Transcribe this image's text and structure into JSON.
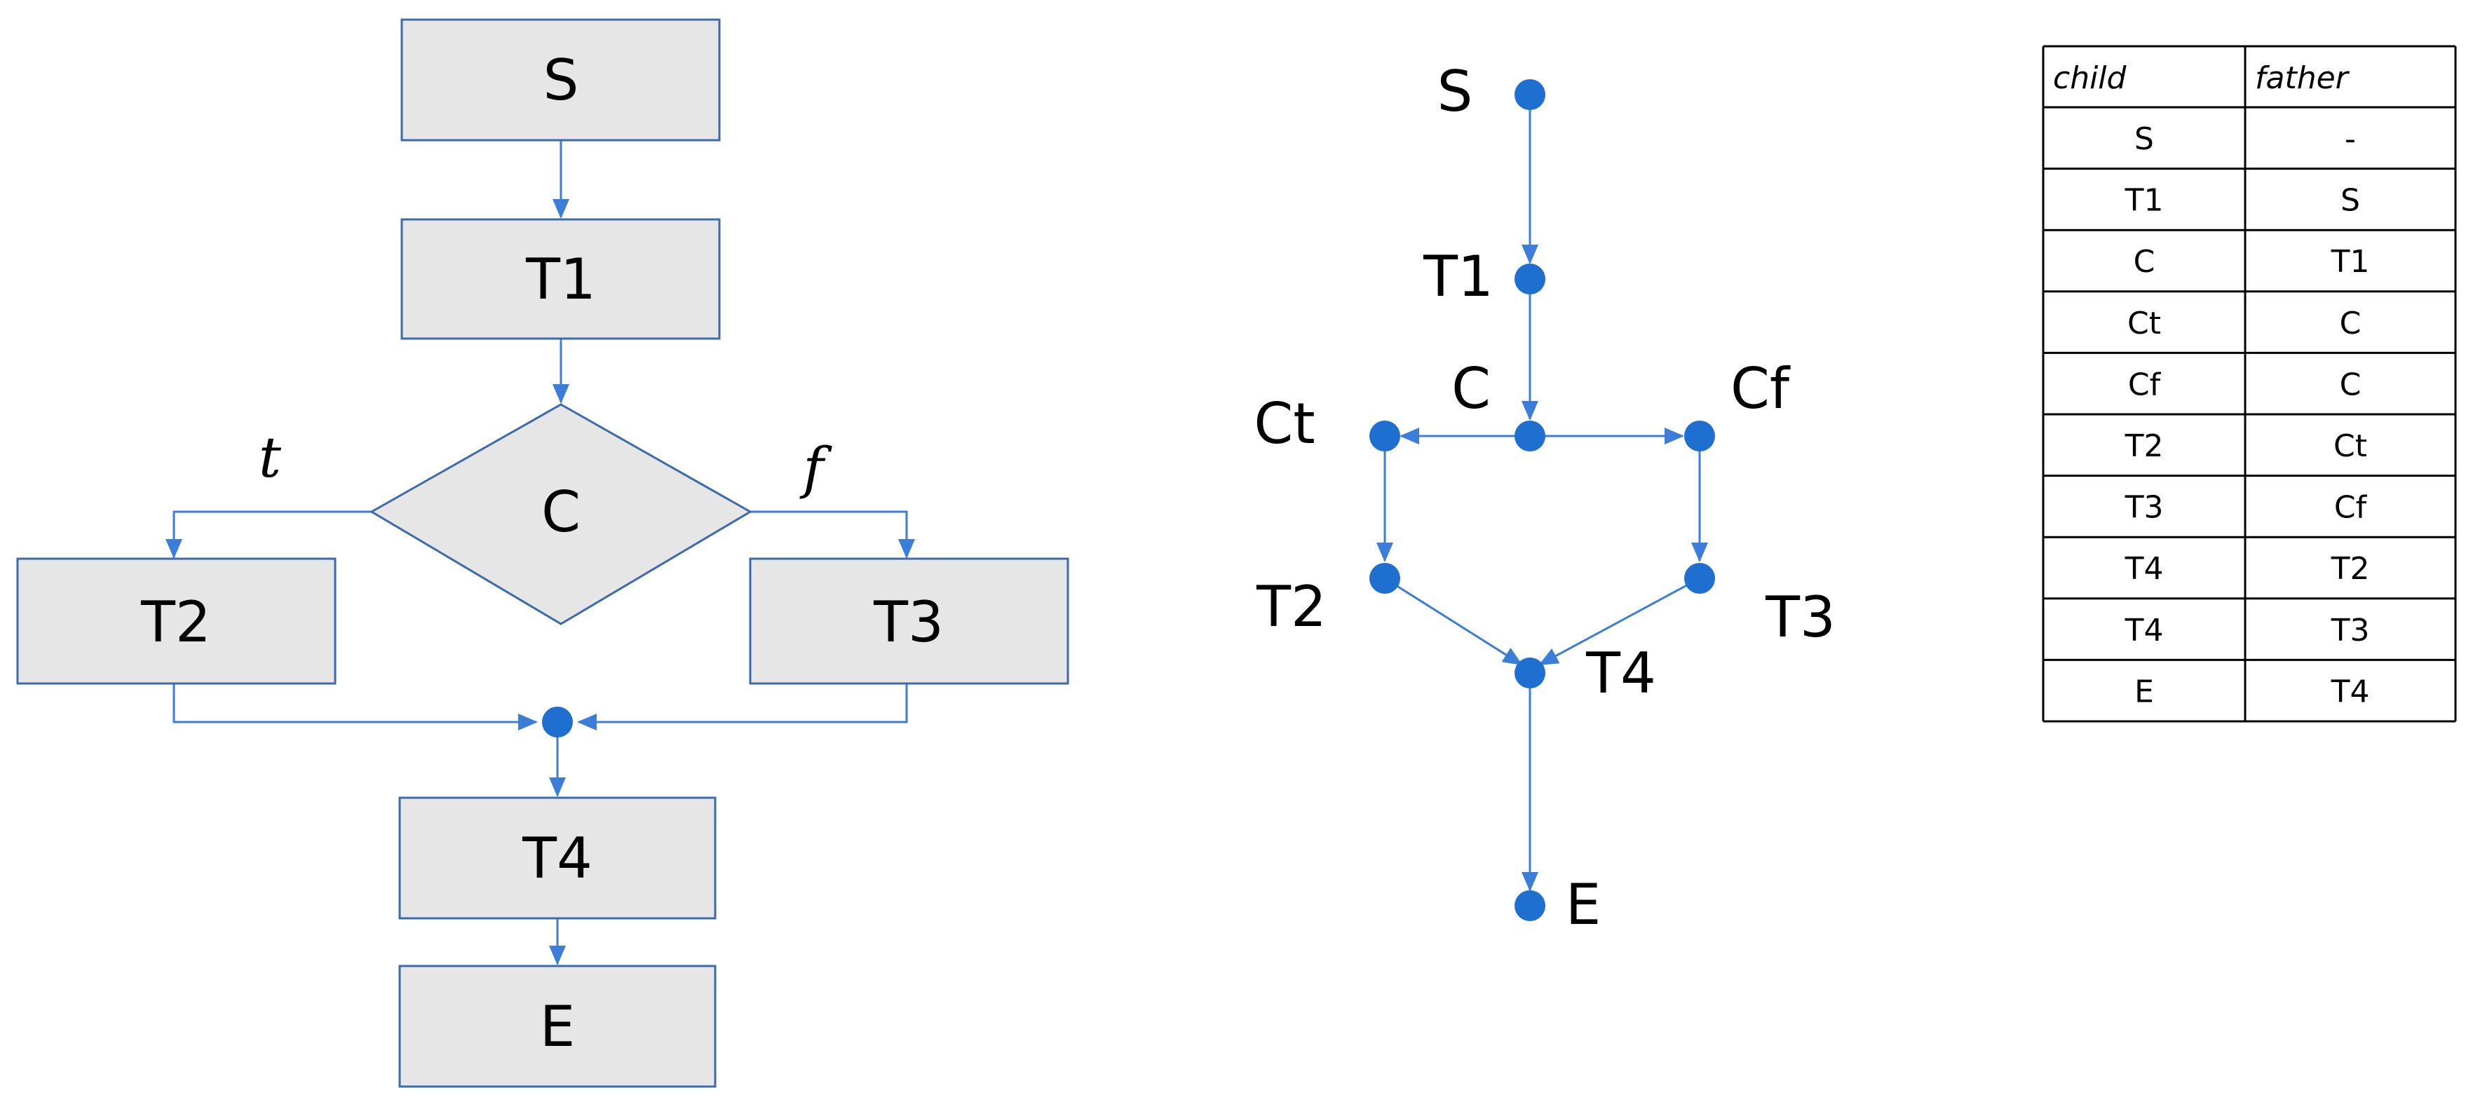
{
  "flowchart": {
    "boxes": {
      "S": "S",
      "T1": "T1",
      "C": "C",
      "T2": "T2",
      "T3": "T3",
      "T4": "T4",
      "E": "E"
    },
    "branch_true": "t",
    "branch_false": "f"
  },
  "graph": {
    "nodes": {
      "S": "S",
      "T1": "T1",
      "C": "C",
      "Ct": "Ct",
      "Cf": "Cf",
      "T2": "T2",
      "T3": "T3",
      "T4": "T4",
      "E": "E"
    }
  },
  "table": {
    "headers": [
      "child",
      "father"
    ],
    "rows": [
      [
        "S",
        "-"
      ],
      [
        "T1",
        "S"
      ],
      [
        "C",
        "T1"
      ],
      [
        "Ct",
        "C"
      ],
      [
        "Cf",
        "C"
      ],
      [
        "T2",
        "Ct"
      ],
      [
        "T3",
        "Cf"
      ],
      [
        "T4",
        "T2"
      ],
      [
        "T4",
        "T3"
      ],
      [
        "E",
        "T4"
      ]
    ]
  },
  "colors": {
    "edge": "#3b7dd8",
    "node": "#1f6fd1",
    "box_fill": "#e6e6e6",
    "box_stroke": "#3b6aad"
  }
}
